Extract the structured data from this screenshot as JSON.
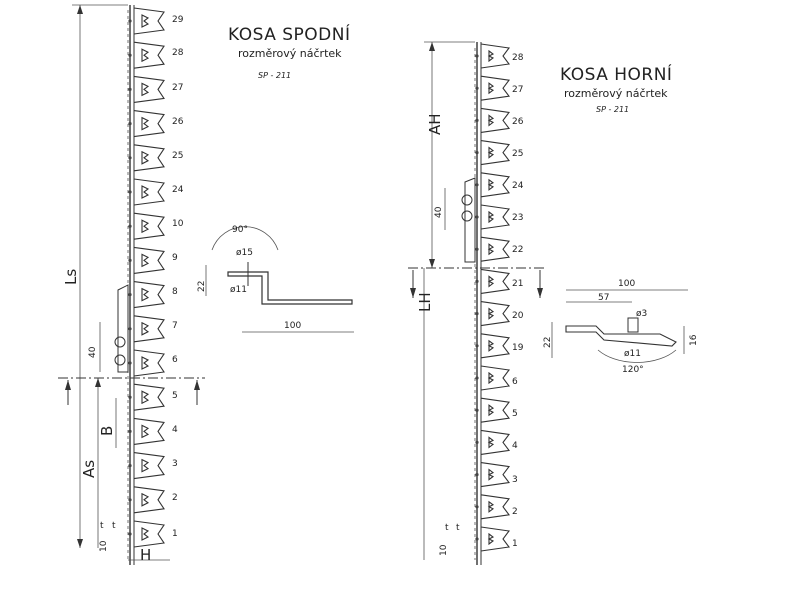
{
  "left": {
    "title": "KOSA SPODNÍ",
    "subtitle": "rozměrový náčrtek",
    "code": "SP - 211",
    "section_numbers": [
      "29",
      "28",
      "27",
      "26",
      "25",
      "24",
      "10",
      "9",
      "8",
      "7",
      "6",
      "5",
      "4",
      "3",
      "2",
      "1"
    ],
    "labels": {
      "ls": "Ls",
      "as": "As",
      "b": "B",
      "h": "H",
      "t1": "t",
      "t2": "t",
      "ten": "10",
      "forty": "40"
    },
    "detail": {
      "angle": "90°",
      "diameter": "ø15",
      "thread": "ø11",
      "height": "22",
      "length": "100"
    }
  },
  "right": {
    "title": "KOSA HORNÍ",
    "subtitle": "rozměrový náčrtek",
    "code": "SP - 211",
    "section_numbers": [
      "28",
      "27",
      "26",
      "25",
      "24",
      "23",
      "22",
      "21",
      "20",
      "19",
      "6",
      "5",
      "4",
      "3",
      "2",
      "1"
    ],
    "labels": {
      "ah": "AH",
      "lh": "LH",
      "t1": "t",
      "t2": "t",
      "ten": "10",
      "forty": "40"
    },
    "detail": {
      "length": "100",
      "offset": "57",
      "diameter": "ø3",
      "thread": "ø11",
      "angle": "120°",
      "height_left": "22",
      "height_right": "16"
    }
  }
}
